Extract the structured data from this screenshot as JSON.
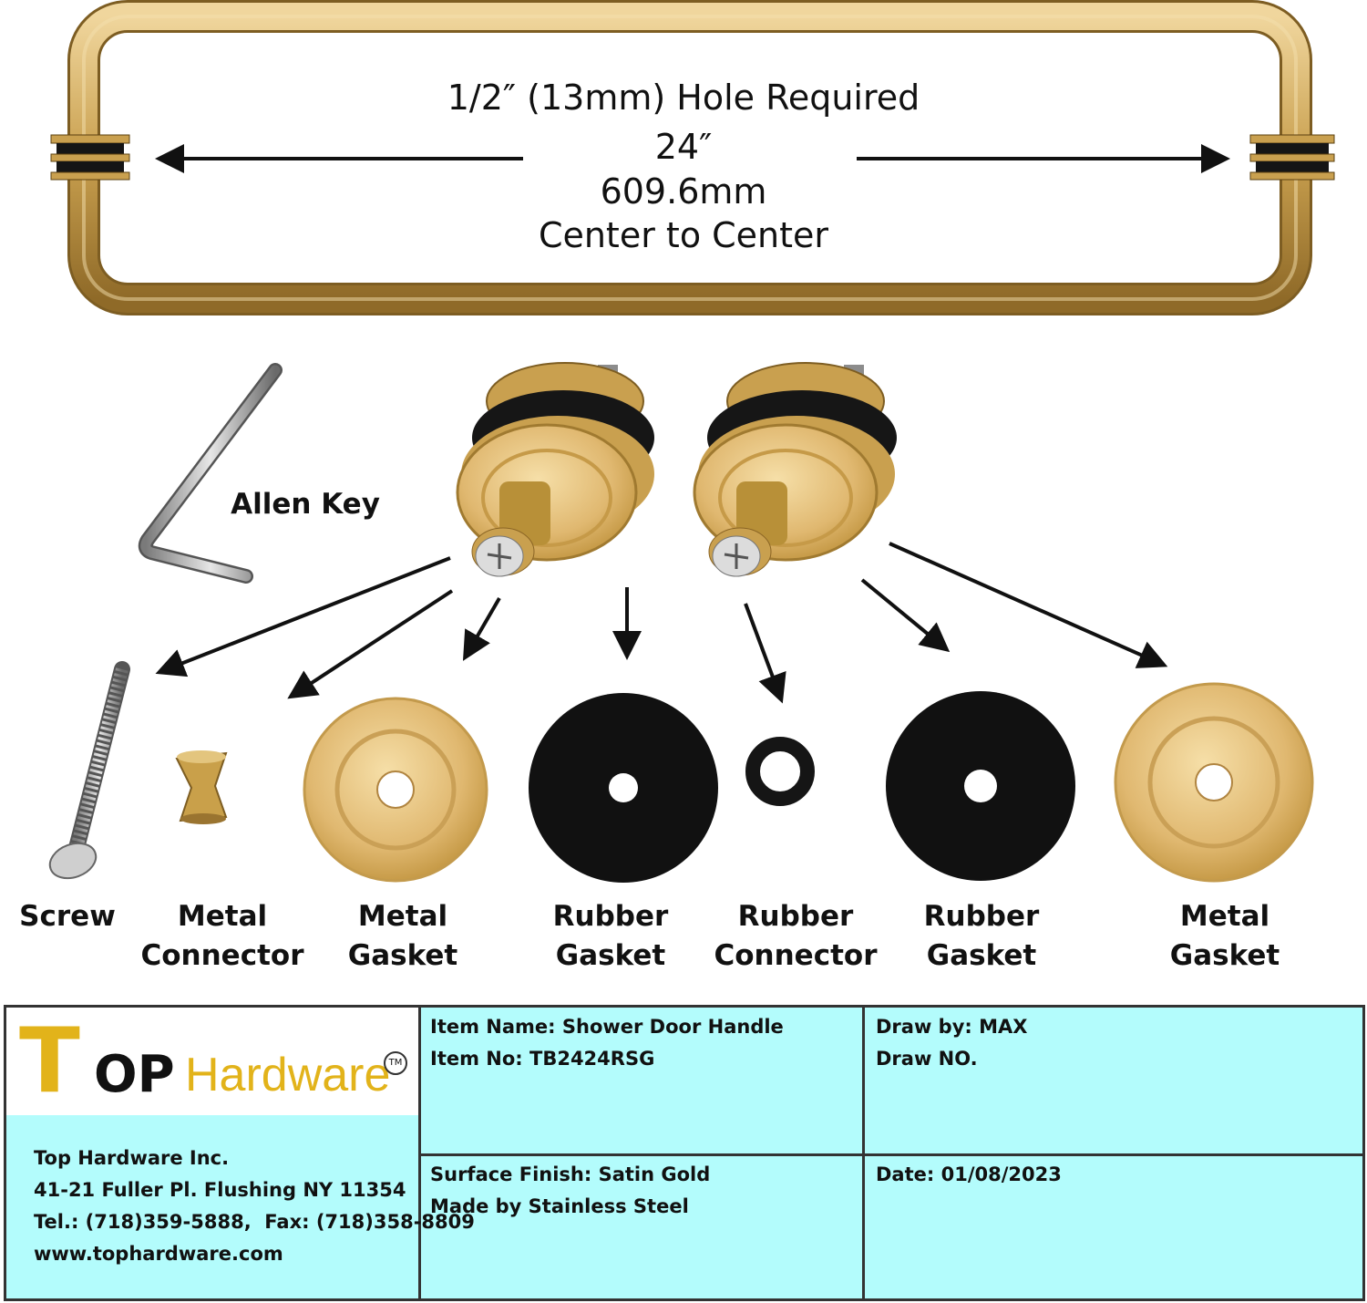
{
  "dimensions": {
    "hole_text": "1/2″ (13mm) Hole Required",
    "length_in": "24″",
    "length_mm": "609.6mm",
    "spacing_text": "Center to Center"
  },
  "parts": {
    "allen_key": "Allen Key",
    "screw": "Screw",
    "metal_connector": [
      "Metal",
      "Connector"
    ],
    "metal_gasket_1": [
      "Metal",
      "Gasket"
    ],
    "rubber_gasket_1": [
      "Rubber",
      "Gasket"
    ],
    "rubber_connector": [
      "Rubber",
      "Connector"
    ],
    "rubber_gasket_2": [
      "Rubber",
      "Gasket"
    ],
    "metal_gasket_2": [
      "Metal",
      "Gasket"
    ]
  },
  "title_block": {
    "logo": {
      "t": "T",
      "op": "OP",
      "hardware": "Hardware",
      "tm": "TM"
    },
    "company": {
      "name": "Top Hardware Inc.",
      "address": "41-21 Fuller Pl. Flushing NY 11354",
      "phone": "Tel.: (718)359-5888,  Fax: (718)358-8809",
      "website": "www.tophardware.com"
    },
    "item_name": "Item Name: Shower Door Handle",
    "item_no": "Item No: TB2424RSG",
    "draw_by": "Draw by: MAX",
    "draw_no": "Draw NO.",
    "surface_finish": "Surface Finish: Satin Gold",
    "material": "Made by Stainless Steel",
    "date": "Date: 01/08/2023"
  },
  "colors": {
    "gold": "#d8ae62",
    "brass": "#c9a04a",
    "rubber": "#111111",
    "title_block_bg": "#b3fcfc",
    "logo_gold": "#e2b31a"
  }
}
